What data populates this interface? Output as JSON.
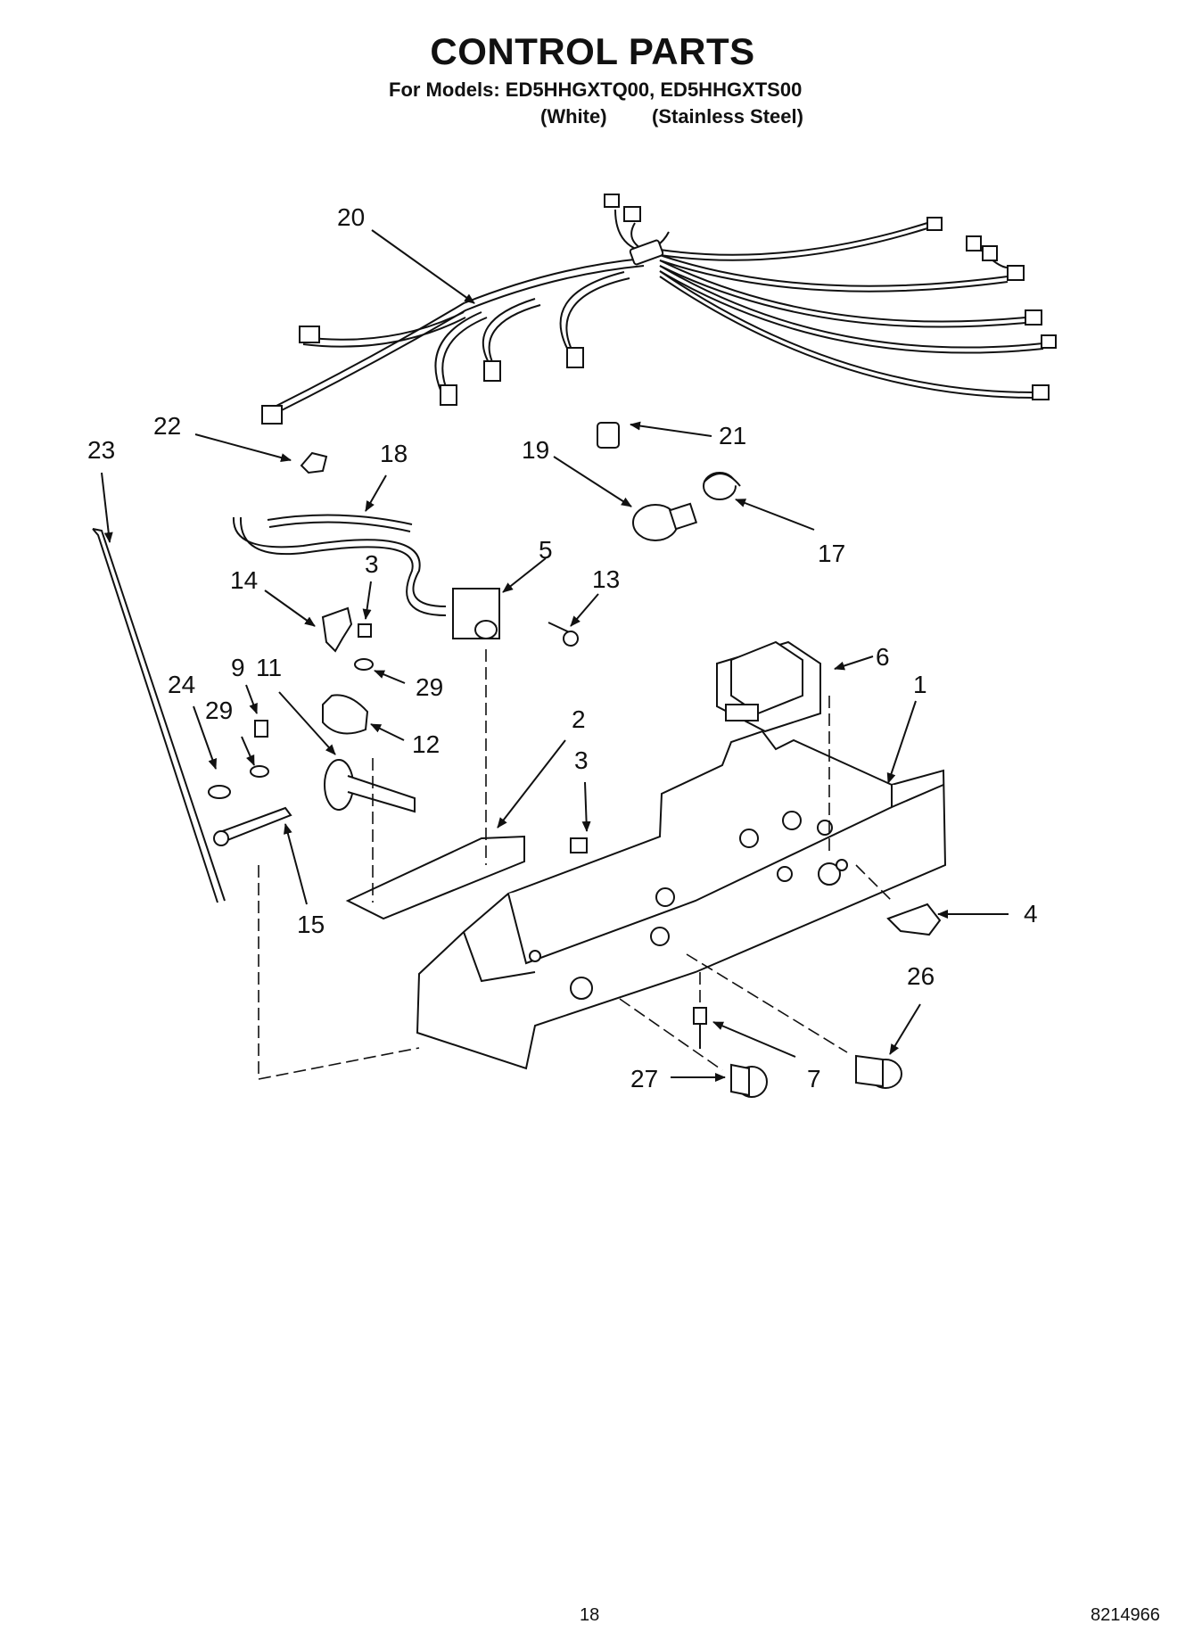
{
  "header": {
    "title": "CONTROL PARTS",
    "models_line": "For Models: ED5HHGXTQ00, ED5HHGXTS00",
    "variant_white": "(White)",
    "variant_stainless": "(Stainless Steel)"
  },
  "callouts": [
    "20",
    "22",
    "23",
    "18",
    "21",
    "19",
    "17",
    "14",
    "3",
    "5",
    "13",
    "6",
    "1",
    "24",
    "9",
    "11",
    "29",
    "29",
    "12",
    "2",
    "3",
    "15",
    "4",
    "26",
    "27",
    "7"
  ],
  "footer": {
    "page_number": "18",
    "document_number": "8214966"
  }
}
